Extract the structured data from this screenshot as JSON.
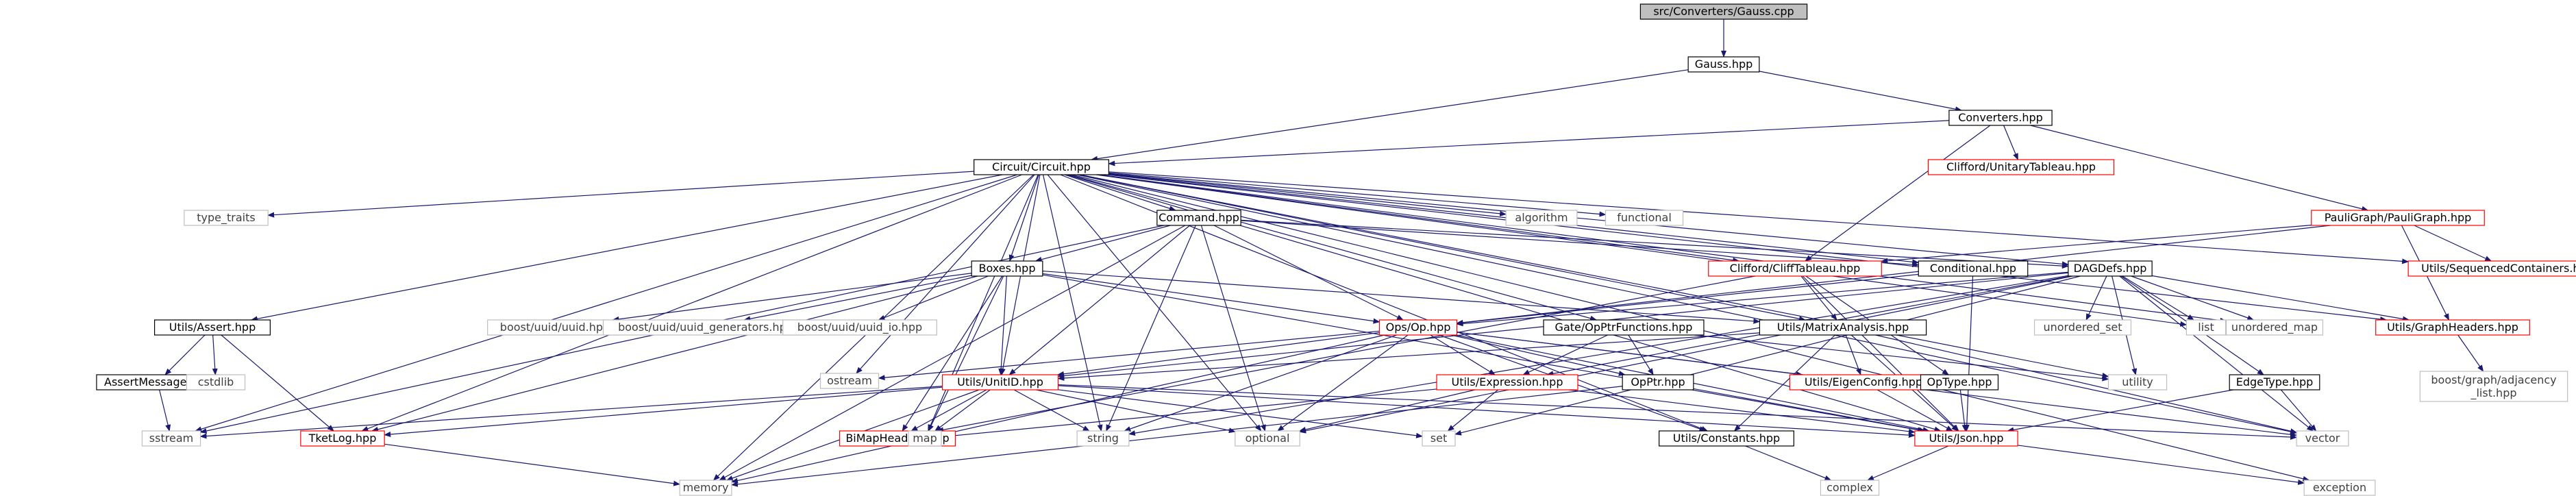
{
  "colors": {
    "edge": "#191970",
    "root_fill": "#bfbfbf",
    "root_text": "#000000",
    "documented": "#000000",
    "error": "#ff0000",
    "system": "#bfbfbf",
    "text_default": "#000000",
    "text_system": "#3f3f3f"
  },
  "nodes": [
    {
      "id": "root",
      "label": "src/Converters/Gauss.cpp",
      "kind": "root"
    },
    {
      "id": "gauss",
      "label": "Gauss.hpp",
      "kind": "documented"
    },
    {
      "id": "converters",
      "label": "Converters.hpp",
      "kind": "documented"
    },
    {
      "id": "circuit",
      "label": "Circuit/Circuit.hpp",
      "kind": "documented"
    },
    {
      "id": "unitary",
      "label": "Clifford/UnitaryTableau.hpp",
      "kind": "error"
    },
    {
      "id": "pauligraph",
      "label": "PauliGraph/PauliGraph.hpp",
      "kind": "error"
    },
    {
      "id": "type_traits",
      "label": "type_traits",
      "kind": "system"
    },
    {
      "id": "command",
      "label": "Command.hpp",
      "kind": "documented"
    },
    {
      "id": "algorithm",
      "label": "algorithm",
      "kind": "system"
    },
    {
      "id": "functional",
      "label": "functional",
      "kind": "system"
    },
    {
      "id": "clifftableau",
      "label": "Clifford/CliffTableau.hpp",
      "kind": "error"
    },
    {
      "id": "conditional",
      "label": "Conditional.hpp",
      "kind": "documented"
    },
    {
      "id": "dagdefs",
      "label": "DAGDefs.hpp",
      "kind": "documented"
    },
    {
      "id": "seqcontainers",
      "label": "Utils/SequencedContainers.hpp",
      "kind": "error"
    },
    {
      "id": "boxes",
      "label": "Boxes.hpp",
      "kind": "documented"
    },
    {
      "id": "assert",
      "label": "Utils/Assert.hpp",
      "kind": "documented"
    },
    {
      "id": "uuid",
      "label": "boost/uuid/uuid.hpp",
      "kind": "system"
    },
    {
      "id": "uuidgen",
      "label": "boost/uuid/uuid_generators.hpp",
      "kind": "system"
    },
    {
      "id": "uuidio",
      "label": "boost/uuid/uuid_io.hpp",
      "kind": "system"
    },
    {
      "id": "opptrfn",
      "label": "Gate/OpPtrFunctions.hpp",
      "kind": "documented"
    },
    {
      "id": "matrixanalysis",
      "label": "Utils/MatrixAnalysis.hpp",
      "kind": "documented"
    },
    {
      "id": "unordered_set",
      "label": "unordered_set",
      "kind": "system"
    },
    {
      "id": "list",
      "label": "list",
      "kind": "system"
    },
    {
      "id": "unordered_map",
      "label": "unordered_map",
      "kind": "system"
    },
    {
      "id": "graphheaders",
      "label": "Utils/GraphHeaders.hpp",
      "kind": "error"
    },
    {
      "id": "opsop",
      "label": "Ops/Op.hpp",
      "kind": "error"
    },
    {
      "id": "assertmsg",
      "label": "AssertMessage.hpp",
      "kind": "documented"
    },
    {
      "id": "cstdlib",
      "label": "cstdlib",
      "kind": "system"
    },
    {
      "id": "ostream",
      "label": "ostream",
      "kind": "system"
    },
    {
      "id": "unitid",
      "label": "Utils/UnitID.hpp",
      "kind": "error"
    },
    {
      "id": "expression",
      "label": "Utils/Expression.hpp",
      "kind": "error"
    },
    {
      "id": "opptr",
      "label": "OpPtr.hpp",
      "kind": "documented"
    },
    {
      "id": "eigenconfig",
      "label": "Utils/EigenConfig.hpp",
      "kind": "error"
    },
    {
      "id": "optype",
      "label": "OpType.hpp",
      "kind": "documented"
    },
    {
      "id": "utility",
      "label": "utility",
      "kind": "system"
    },
    {
      "id": "edgetype",
      "label": "EdgeType.hpp",
      "kind": "documented"
    },
    {
      "id": "adjlist",
      "label": "boost/graph/adjacency\n_list.hpp",
      "kind": "system"
    },
    {
      "id": "sstream",
      "label": "sstream",
      "kind": "system"
    },
    {
      "id": "tketlog",
      "label": "TketLog.hpp",
      "kind": "error"
    },
    {
      "id": "bimap",
      "label": "BiMapHeaders.hpp",
      "kind": "error"
    },
    {
      "id": "map",
      "label": "map",
      "kind": "system"
    },
    {
      "id": "string",
      "label": "string",
      "kind": "system"
    },
    {
      "id": "optional",
      "label": "optional",
      "kind": "system"
    },
    {
      "id": "set",
      "label": "set",
      "kind": "system"
    },
    {
      "id": "constants",
      "label": "Utils/Constants.hpp",
      "kind": "documented"
    },
    {
      "id": "json",
      "label": "Utils/Json.hpp",
      "kind": "error"
    },
    {
      "id": "vector",
      "label": "vector",
      "kind": "system"
    },
    {
      "id": "memory",
      "label": "memory",
      "kind": "system"
    },
    {
      "id": "complex",
      "label": "complex",
      "kind": "system"
    },
    {
      "id": "exception",
      "label": "exception",
      "kind": "system"
    }
  ],
  "edges": [
    [
      "root",
      "gauss"
    ],
    [
      "gauss",
      "converters"
    ],
    [
      "gauss",
      "circuit"
    ],
    [
      "converters",
      "circuit"
    ],
    [
      "converters",
      "unitary"
    ],
    [
      "converters",
      "pauligraph"
    ],
    [
      "converters",
      "clifftableau"
    ],
    [
      "circuit",
      "type_traits"
    ],
    [
      "circuit",
      "command"
    ],
    [
      "circuit",
      "algorithm"
    ],
    [
      "circuit",
      "functional"
    ],
    [
      "circuit",
      "clifftableau"
    ],
    [
      "circuit",
      "conditional"
    ],
    [
      "circuit",
      "dagdefs"
    ],
    [
      "circuit",
      "seqcontainers"
    ],
    [
      "circuit",
      "boxes"
    ],
    [
      "circuit",
      "assert"
    ],
    [
      "circuit",
      "opptrfn"
    ],
    [
      "circuit",
      "matrixanalysis"
    ],
    [
      "circuit",
      "list"
    ],
    [
      "circuit",
      "unordered_map"
    ],
    [
      "circuit",
      "graphheaders"
    ],
    [
      "circuit",
      "sstream"
    ],
    [
      "circuit",
      "tketlog"
    ],
    [
      "circuit",
      "memory"
    ],
    [
      "circuit",
      "string"
    ],
    [
      "circuit",
      "optional"
    ],
    [
      "circuit",
      "constants"
    ],
    [
      "circuit",
      "json"
    ],
    [
      "circuit",
      "vector"
    ],
    [
      "circuit",
      "utility"
    ],
    [
      "circuit",
      "exception"
    ],
    [
      "circuit",
      "unitid"
    ],
    [
      "circuit",
      "ostream"
    ],
    [
      "circuit",
      "map"
    ],
    [
      "pauligraph",
      "clifftableau"
    ],
    [
      "pauligraph",
      "seqcontainers"
    ],
    [
      "pauligraph",
      "graphheaders"
    ],
    [
      "pauligraph",
      "opsop"
    ],
    [
      "command",
      "conditional"
    ],
    [
      "command",
      "dagdefs"
    ],
    [
      "command",
      "unitid"
    ],
    [
      "command",
      "opsop"
    ],
    [
      "command",
      "string"
    ],
    [
      "command",
      "optional"
    ],
    [
      "command",
      "sstream"
    ],
    [
      "command",
      "memory"
    ],
    [
      "command",
      "boxes"
    ],
    [
      "clifftableau",
      "matrixanalysis"
    ],
    [
      "clifftableau",
      "optype"
    ],
    [
      "clifftableau",
      "bimap"
    ],
    [
      "clifftableau",
      "json"
    ],
    [
      "conditional",
      "opsop"
    ],
    [
      "conditional",
      "json"
    ],
    [
      "dagdefs",
      "opsop"
    ],
    [
      "dagdefs",
      "unordered_set"
    ],
    [
      "dagdefs",
      "list"
    ],
    [
      "dagdefs",
      "unordered_map"
    ],
    [
      "dagdefs",
      "graphheaders"
    ],
    [
      "dagdefs",
      "edgetype"
    ],
    [
      "dagdefs",
      "utility"
    ],
    [
      "dagdefs",
      "vector"
    ],
    [
      "dagdefs",
      "unitid"
    ],
    [
      "dagdefs",
      "expression"
    ],
    [
      "dagdefs",
      "optional"
    ],
    [
      "dagdefs",
      "string"
    ],
    [
      "dagdefs",
      "set"
    ],
    [
      "boxes",
      "uuid"
    ],
    [
      "boxes",
      "uuidgen"
    ],
    [
      "boxes",
      "uuidio"
    ],
    [
      "boxes",
      "opsop"
    ],
    [
      "boxes",
      "matrixanalysis"
    ],
    [
      "boxes",
      "unitid"
    ],
    [
      "boxes",
      "bimap"
    ],
    [
      "boxes",
      "tketlog"
    ],
    [
      "boxes",
      "map"
    ],
    [
      "boxes",
      "json"
    ],
    [
      "assert",
      "assertmsg"
    ],
    [
      "assert",
      "cstdlib"
    ],
    [
      "assert",
      "tketlog"
    ],
    [
      "assertmsg",
      "sstream"
    ],
    [
      "opptrfn",
      "opptr"
    ],
    [
      "opptrfn",
      "expression"
    ],
    [
      "opptrfn",
      "utility"
    ],
    [
      "matrixanalysis",
      "eigenconfig"
    ],
    [
      "matrixanalysis",
      "constants"
    ],
    [
      "matrixanalysis",
      "vector"
    ],
    [
      "matrixanalysis",
      "json"
    ],
    [
      "matrixanalysis",
      "unitid"
    ],
    [
      "graphheaders",
      "adjlist"
    ],
    [
      "opsop",
      "opptr"
    ],
    [
      "opsop",
      "expression"
    ],
    [
      "opsop",
      "unitid"
    ],
    [
      "opsop",
      "ostream"
    ],
    [
      "opsop",
      "string"
    ],
    [
      "opsop",
      "optional"
    ],
    [
      "opsop",
      "memory"
    ],
    [
      "opsop",
      "constants"
    ],
    [
      "opsop",
      "json"
    ],
    [
      "opsop",
      "vector"
    ],
    [
      "opsop",
      "eigenconfig"
    ],
    [
      "unitid",
      "sstream"
    ],
    [
      "unitid",
      "tketlog"
    ],
    [
      "unitid",
      "bimap"
    ],
    [
      "unitid",
      "map"
    ],
    [
      "unitid",
      "string"
    ],
    [
      "unitid",
      "optional"
    ],
    [
      "unitid",
      "set"
    ],
    [
      "unitid",
      "memory"
    ],
    [
      "unitid",
      "json"
    ],
    [
      "unitid",
      "vector"
    ],
    [
      "expression",
      "set"
    ],
    [
      "expression",
      "map"
    ],
    [
      "expression",
      "json"
    ],
    [
      "expression",
      "optional"
    ],
    [
      "opptr",
      "memory"
    ],
    [
      "opptr",
      "json"
    ],
    [
      "eigenconfig",
      "json"
    ],
    [
      "optype",
      "json"
    ],
    [
      "edgetype",
      "json"
    ],
    [
      "edgetype",
      "vector"
    ],
    [
      "tketlog",
      "memory"
    ],
    [
      "constants",
      "complex"
    ],
    [
      "json",
      "complex"
    ],
    [
      "json",
      "exception"
    ]
  ]
}
